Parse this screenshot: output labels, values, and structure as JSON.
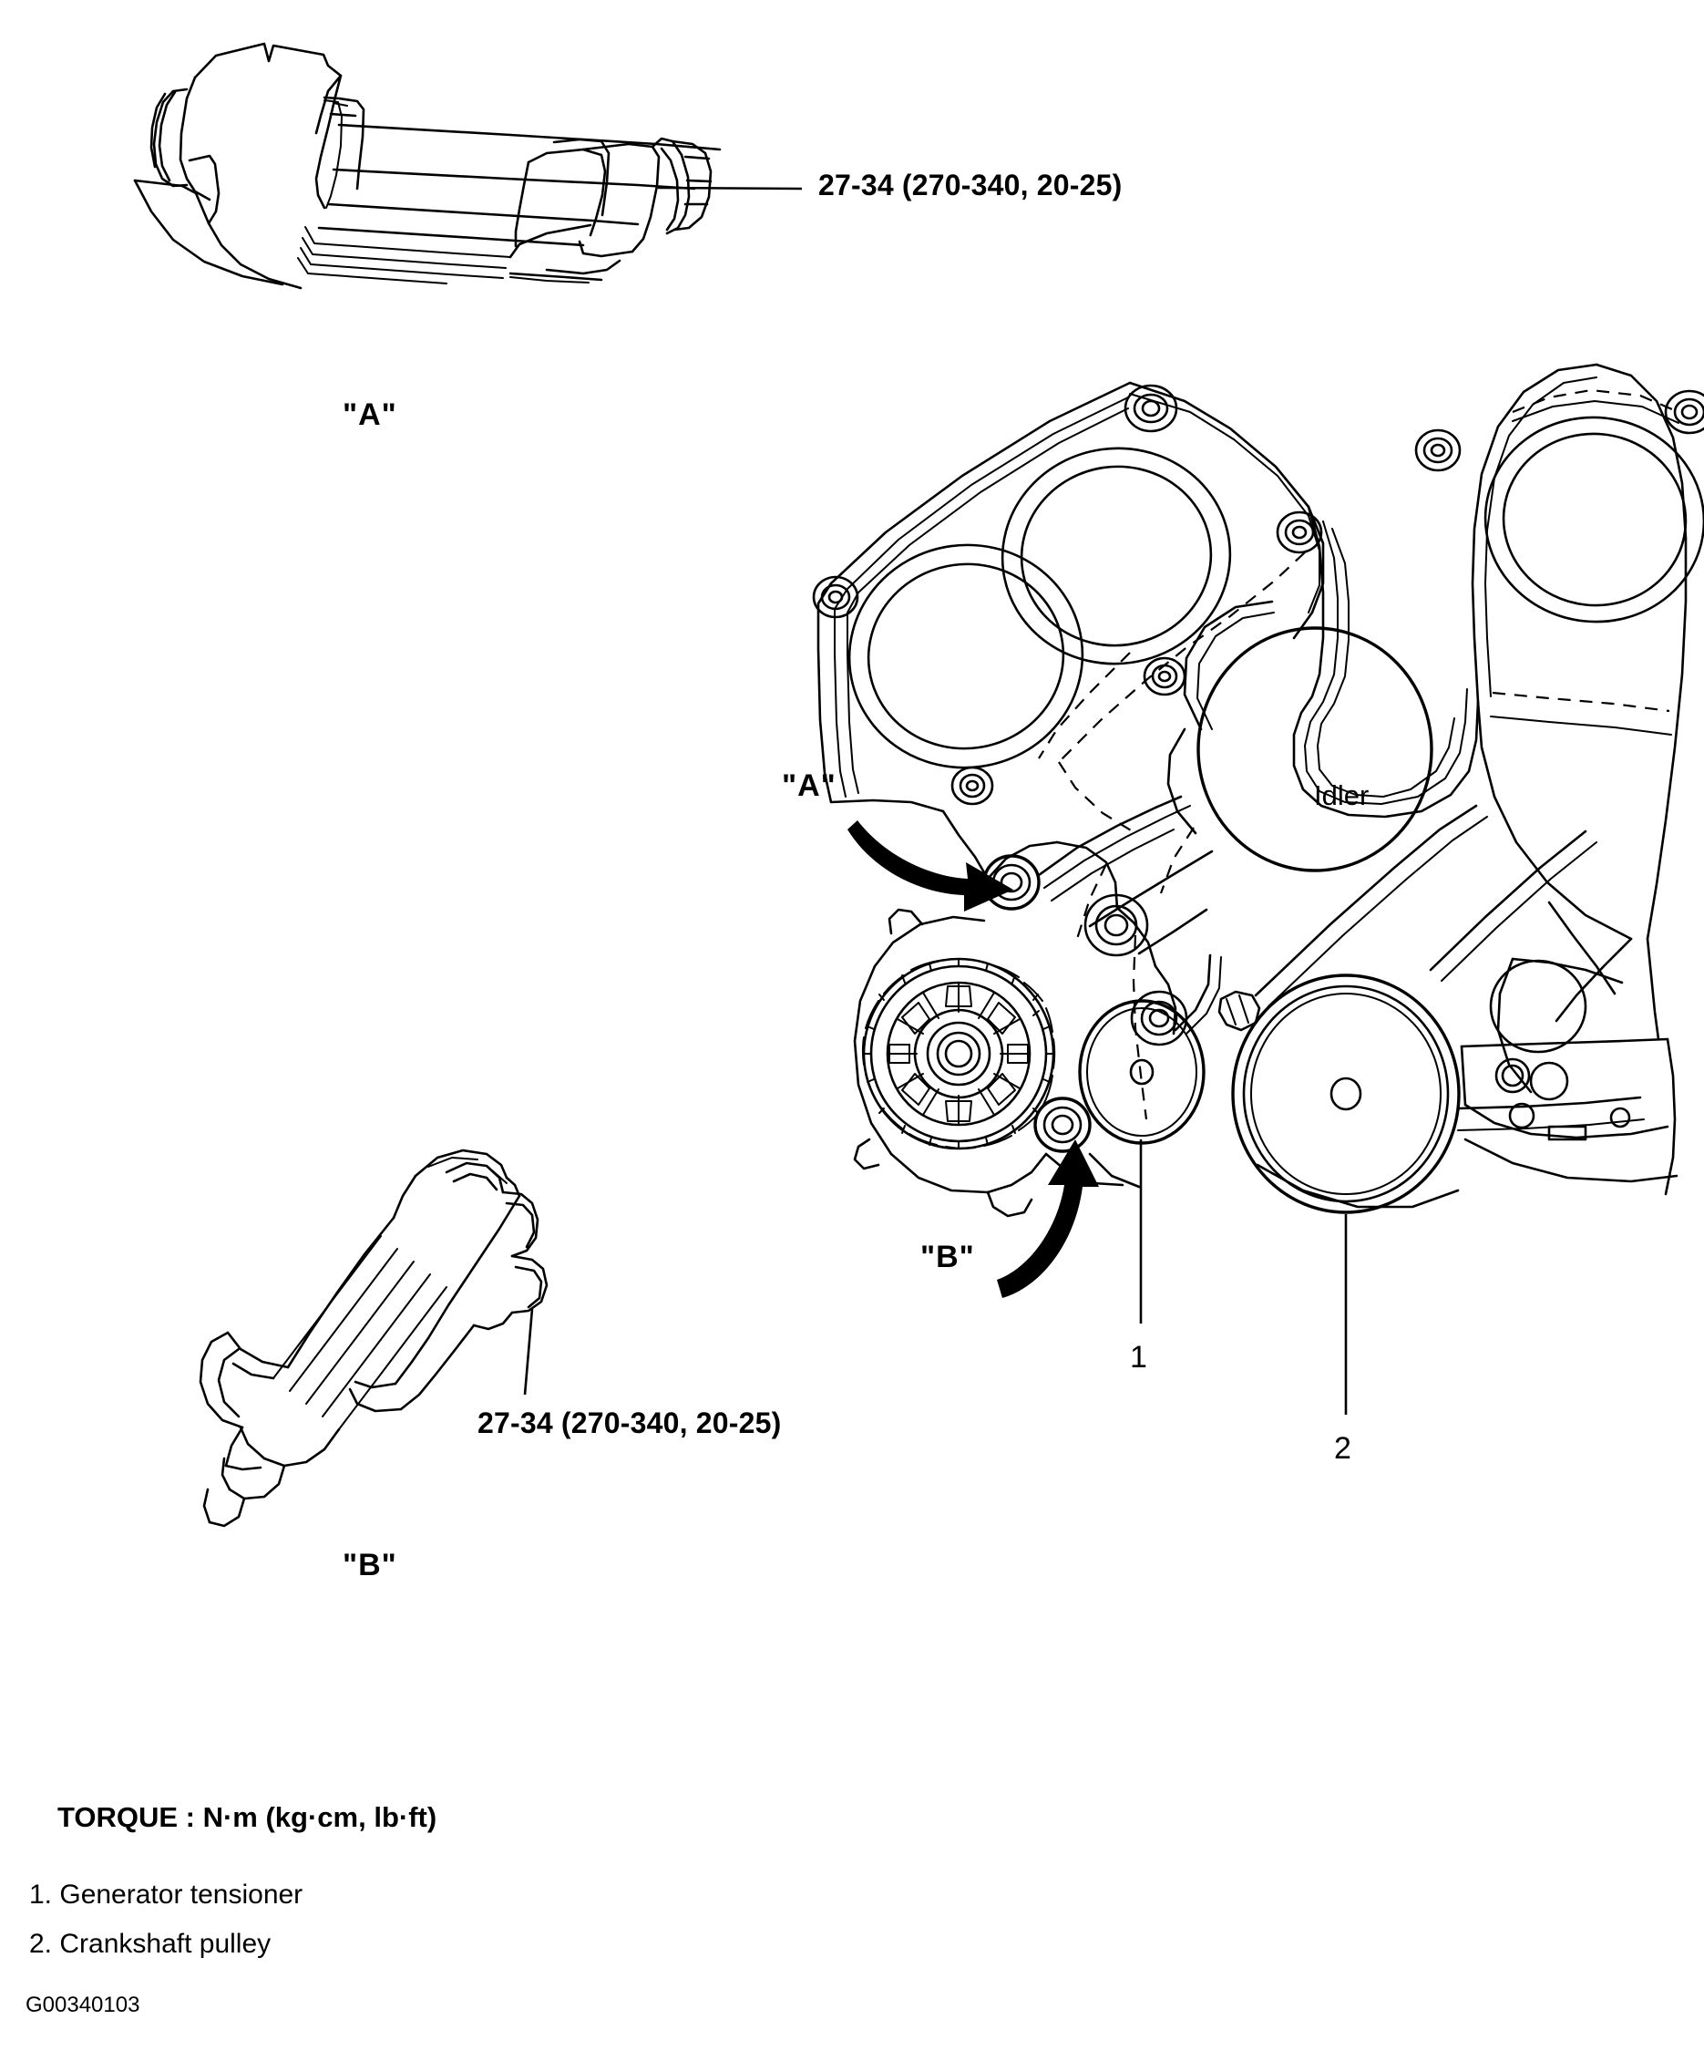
{
  "diagram": {
    "title_code": "G00340103",
    "torque_heading": "TORQUE : N·m (kg·cm, lb·ft)",
    "legend": [
      "1. Generator tensioner",
      "2. Crankshaft pulley"
    ],
    "callouts": {
      "torque_top": "27-34 (270-340, 20-25)",
      "torque_bottom": "27-34 (270-340, 20-25)",
      "detail_a_caption": "\"A\"",
      "detail_b_caption": "\"B\"",
      "arrow_a_label": "\"A\"",
      "arrow_b_label": "\"B\"",
      "idler": "Idler",
      "ref_one": "1",
      "ref_two": "2"
    },
    "colors": {
      "ink": "#000000",
      "paper": "#ffffff"
    }
  }
}
